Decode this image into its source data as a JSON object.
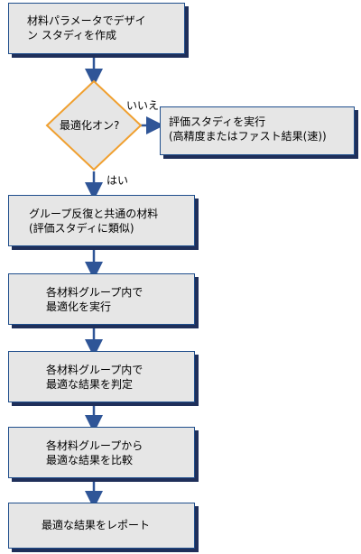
{
  "diagram": {
    "steps": [
      "材料パラメータでデザイン スタディを作成",
      "グループ反復と共通の材料(評価スタディに類似)",
      "各材料グループ内で最適化を実行",
      "各材料グループ内で最適な結果を判定",
      "各材料グループから最適な結果を比較",
      "最適な結果をレポート"
    ],
    "step_lines": [
      [
        "材料パラメータでデザイ",
        "ン スタディを作成"
      ],
      [
        "グループ反復と共通の材料",
        "(評価スタディに類似)"
      ],
      [
        "各材料グループ内で",
        "最適化を実行"
      ],
      [
        "各材料グループ内で",
        "最適な結果を判定"
      ],
      [
        "各材料グループから",
        "最適な結果を比較"
      ],
      [
        "最適な結果をレポート"
      ]
    ],
    "decision": {
      "label": "最適化オン?",
      "yes": "はい",
      "no": "いいえ"
    },
    "side_step": {
      "text": "評価スタディを実行(高精度またはファスト結果(速))",
      "lines": [
        "評価スタディを実行",
        "(高精度またはファスト結果(速))"
      ]
    },
    "colors": {
      "box_fill": "#e6e6e6",
      "box_border": "#1f4e8c",
      "shadow": "#1f2f5a",
      "arrow": "#2f5597",
      "diamond_border": "#f0a030"
    }
  }
}
